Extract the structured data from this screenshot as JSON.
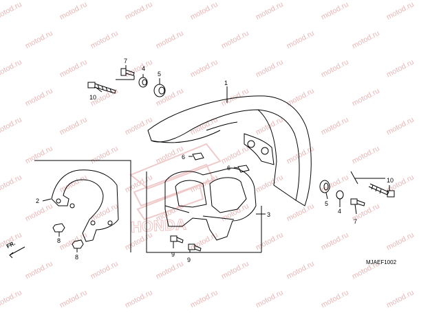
{
  "diagram": {
    "code": "MJAEF1002",
    "front_marker": "FR.",
    "watermark_text": "motod.ru",
    "logo_text": "HONDA",
    "callouts": {
      "c1": "1",
      "c2": "2",
      "c3": "3",
      "c4a": "4",
      "c4b": "4",
      "c5a": "5",
      "c5b": "5",
      "c6a": "6",
      "c6b": "6",
      "c7a": "7",
      "c7b": "7",
      "c8a": "8",
      "c8b": "8",
      "c9a": "9",
      "c9b": "9",
      "c10a": "10",
      "c10b": "10"
    },
    "colors": {
      "line": "#000000",
      "watermark": "#e9b7b7",
      "logo": "#f0d0d0"
    }
  }
}
